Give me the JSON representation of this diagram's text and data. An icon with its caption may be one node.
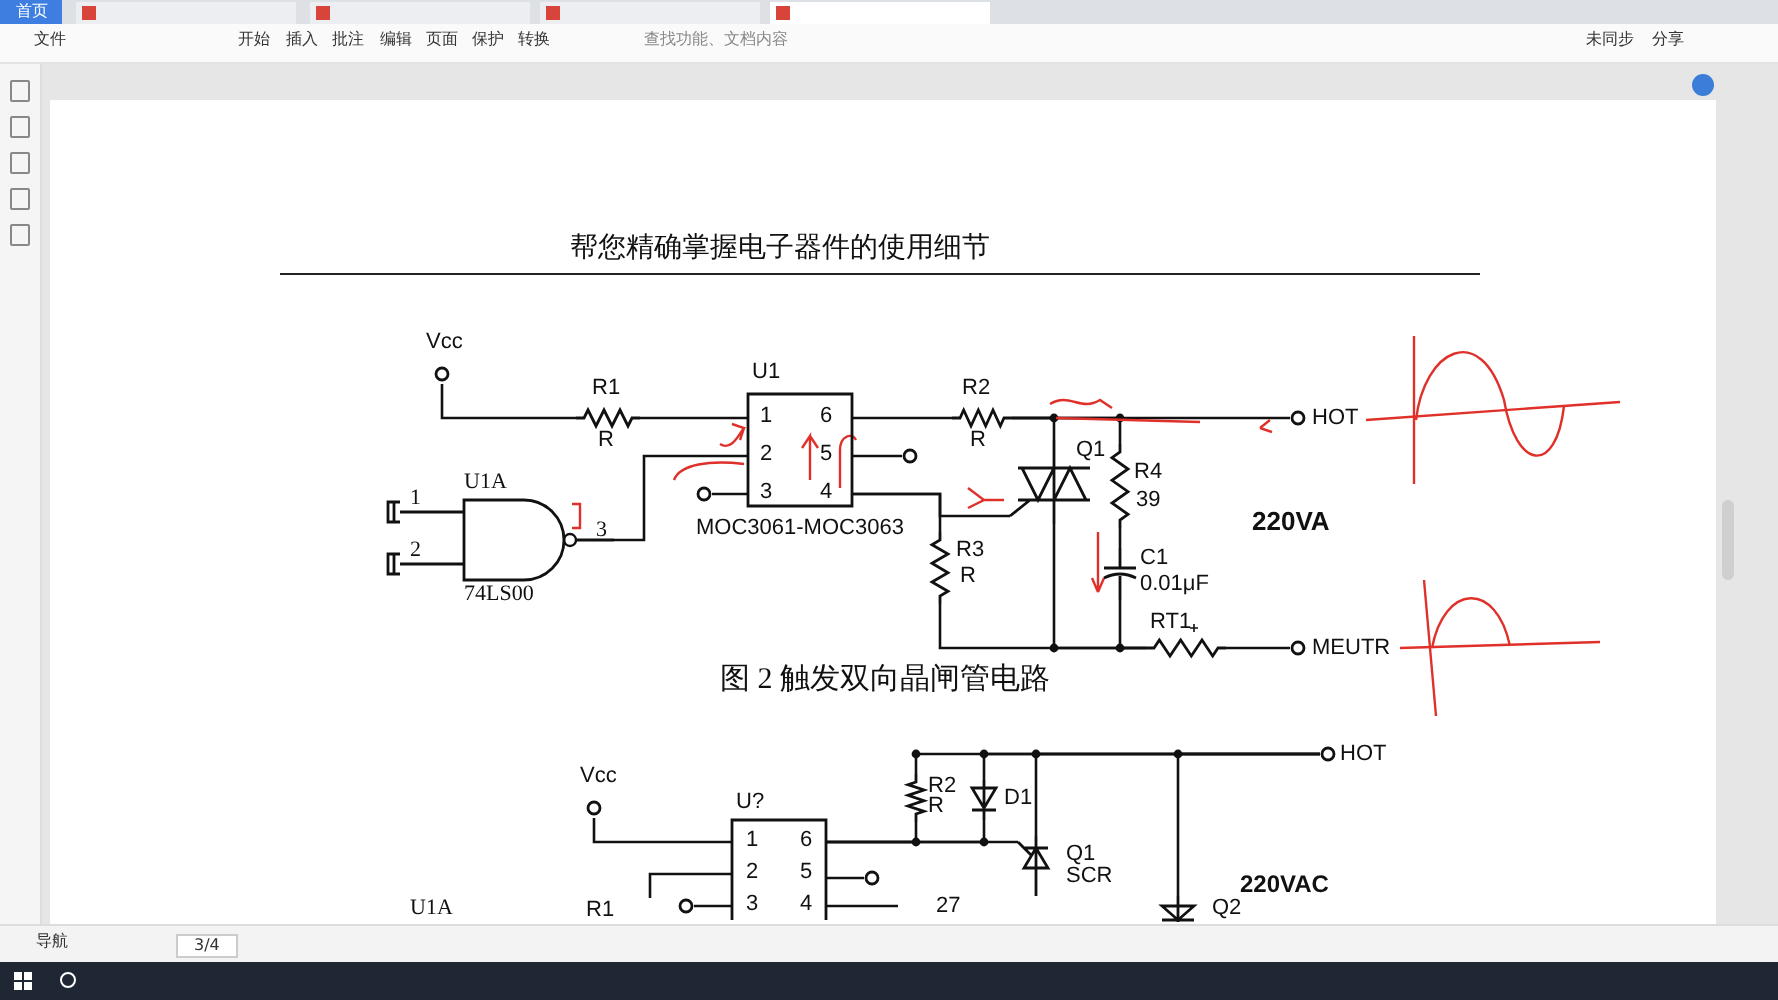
{
  "diagram": {
    "caption": "图 2 触发双向晶闸管电路",
    "nodes": [
      {
        "text": [
          "Vcc"
        ]
      },
      {
        "text": [
          "R1",
          "R"
        ]
      },
      {
        "text": [
          "U1",
          "1",
          "2",
          "3",
          "6",
          "5",
          "4"
        ],
        "beside": [
          "MOC3061-MOC3063"
        ]
      },
      {
        "text": [
          "U1A",
          "1",
          "2",
          "3",
          "74LS00"
        ]
      },
      {
        "text": [
          "R2",
          "R"
        ]
      },
      {
        "text": [
          "Q1"
        ]
      },
      {
        "text": [
          "R4",
          "39"
        ]
      },
      {
        "text": [
          "C1",
          "0.01μF"
        ]
      },
      {
        "text": [
          "R3",
          "R"
        ]
      },
      {
        "text": [
          "RT1"
        ]
      },
      {
        "text": [
          "HOT"
        ]
      },
      {
        "text": [
          "MEUTR"
        ]
      },
      {
        "text": [],
        "shape": "circle"
      },
      {
        "text": [],
        "shape": "circle"
      },
      {
        "text": [
          "Vcc"
        ]
      },
      {
        "text": [
          "U?",
          "1",
          "6",
          "2",
          "5",
          "3",
          "4"
        ]
      },
      {
        "text": [],
        "shape": "circle"
      },
      {
        "text": [
          "R2",
          "R"
        ]
      },
      {
        "text": [
          "D1"
        ]
      },
      {
        "text": [
          "Q1",
          "SCR"
        ]
      },
      {
        "text": [
          "HOT"
        ]
      },
      {
        "text": [
          "Q2"
        ]
      },
      {
        "text": [],
        "shape": "circle"
      }
    ],
    "edges": [
      {
        "from": 0,
        "to": 1,
        "arrow": "none"
      },
      {
        "from": 1,
        "to": 2,
        "arrow": "none"
      },
      {
        "from": 3,
        "to": 2,
        "arrow": "none"
      },
      {
        "from": 2,
        "to": 13,
        "arrow": "none"
      },
      {
        "from": 2,
        "to": 12,
        "arrow": "none"
      },
      {
        "from": 2,
        "to": 4,
        "arrow": "none"
      },
      {
        "from": 4,
        "to": 10,
        "arrow": "none"
      },
      {
        "from": 4,
        "to": 5,
        "arrow": "none"
      },
      {
        "from": 4,
        "to": 6,
        "arrow": "none"
      },
      {
        "from": 6,
        "to": 7,
        "arrow": "none"
      },
      {
        "from": 2,
        "to": 5,
        "arrow": "none"
      },
      {
        "from": 2,
        "to": 8,
        "arrow": "none"
      },
      {
        "from": 8,
        "to": 9,
        "arrow": "none"
      },
      {
        "from": 5,
        "to": 9,
        "arrow": "none"
      },
      {
        "from": 7,
        "to": 9,
        "arrow": "none"
      },
      {
        "from": 9,
        "to": 11,
        "arrow": "none"
      },
      {
        "from": 14,
        "to": 15,
        "arrow": "none"
      },
      {
        "from": 15,
        "to": 16,
        "arrow": "none"
      },
      {
        "from": 15,
        "to": 17,
        "arrow": "none"
      },
      {
        "from": 15,
        "to": 18,
        "arrow": "none"
      },
      {
        "from": 15,
        "to": 19,
        "arrow": "none"
      },
      {
        "from": 17,
        "to": 20,
        "arrow": "none"
      },
      {
        "from": 18,
        "to": 20,
        "arrow": "none"
      },
      {
        "from": 19,
        "to": 20,
        "arrow": "none"
      },
      {
        "from": 21,
        "to": 20,
        "arrow": "none"
      },
      {
        "from": 15,
        "to": 22,
        "arrow": "none"
      },
      {
        "from": 15,
        "to": null,
        "arrow": "none"
      },
      {
        "from": 15,
        "to": null,
        "arrow": "none"
      }
    ],
    "labels": [
      "首页",
      "文件",
      "开始",
      "插入",
      "批注",
      "编辑",
      "页面",
      "保护",
      "转换",
      "查找功能、文档内容",
      "未同步",
      "分享",
      "帮您精确掌握电子器件的使用细节",
      "220VA",
      "220VAC",
      "U1A",
      "R1",
      "27",
      "导航",
      "3/4"
    ]
  }
}
